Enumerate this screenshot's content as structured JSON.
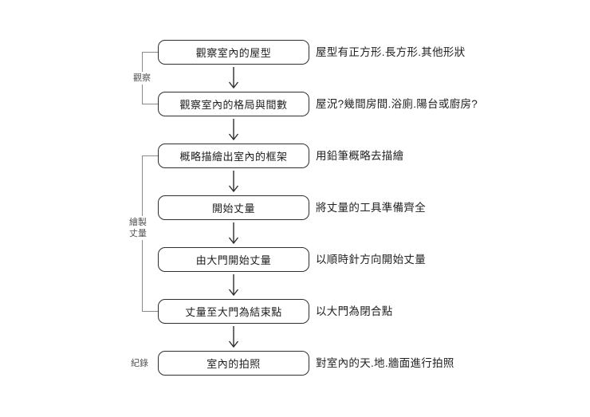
{
  "flow": {
    "steps": [
      {
        "label": "觀察室內的屋型",
        "note": "屋型有正方形.長方形.其他形狀"
      },
      {
        "label": "觀察室內的格局與間數",
        "note": "屋況?幾間房間.浴廁.陽台或廚房?"
      },
      {
        "label": "概略描繪出室內的框架",
        "note": "用鉛筆概略去描繪"
      },
      {
        "label": "開始丈量",
        "note": "將丈量的工具準備齊全"
      },
      {
        "label": "由大門開始丈量",
        "note": "以順時針方向開始丈量"
      },
      {
        "label": "丈量至大門為結束點",
        "note": "以大門為閉合點"
      },
      {
        "label": "室內的拍照",
        "note": "對室內的天.地.牆面進行拍照"
      }
    ],
    "groups": [
      {
        "label": "觀察"
      },
      {
        "lines": [
          "繪製",
          "丈量"
        ]
      },
      {
        "label": "紀錄"
      }
    ]
  },
  "colors": {
    "background": "#ffffff",
    "box_border": "#2e2e2e",
    "box_text": "#1e1e1e",
    "note_text": "#222222",
    "group_text": "#555555",
    "bracket_line": "#8a8a8a"
  }
}
